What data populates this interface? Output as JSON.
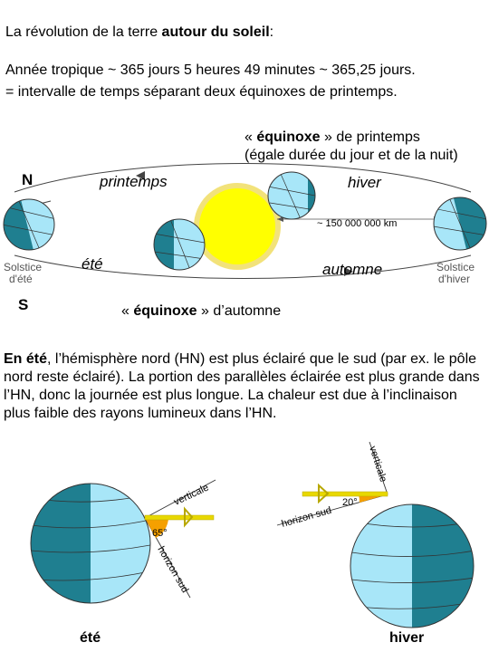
{
  "header": {
    "title_prefix": "La révolution de la terre ",
    "title_bold": "autour du soleil",
    "title_suffix": ":",
    "line1": "Année tropique ~ 365 jours 5 heures 49 minutes ~ 365,25 jours.",
    "line2": "= intervalle de temps séparant deux équinoxes de printemps."
  },
  "orbit": {
    "equinox_spring_open": "« ",
    "equinox_spring_bold": "équinoxe",
    "equinox_spring_rest": " » de printemps",
    "equinox_spring_note": "(égale durée du jour et de la nuit)",
    "north": "N",
    "south": "S",
    "season_spring": "printemps",
    "season_winter": "hiver",
    "season_summer": "été",
    "season_autumn": "automne",
    "distance": "~ 150 000 000 km",
    "solstice_summer_1": "Solstice",
    "solstice_summer_2": "d'été",
    "solstice_winter_1": "Solstice",
    "solstice_winter_2": "d'hiver",
    "equinox_autumn_open": "« ",
    "equinox_autumn_bold": "équinoxe",
    "equinox_autumn_rest": " » d’automne"
  },
  "paragraph": {
    "lead": "En été",
    "body": ", l’hémisphère nord (HN) est plus éclairé que le sud (par ex. le pôle nord reste éclairé). La portion des parallèles éclairée est plus grande dans l’HN, donc la journée est plus longue. La chaleur est due à l’inclinaison plus faible des rayons lumineux dans l’HN."
  },
  "detail": {
    "verticale": "verticale",
    "horizon_sud": "horizon sud",
    "angle_summer": "65°",
    "angle_winter": "20°",
    "label_summer": "été",
    "label_winter": "hiver"
  },
  "colors": {
    "dark_teal": "#1f7f90",
    "light_blue": "#a8e6f8",
    "sun": "#ffff00",
    "sun_ring": "#f2e27a",
    "ray": "#e8d800",
    "angle_fill": "#f5a000"
  }
}
